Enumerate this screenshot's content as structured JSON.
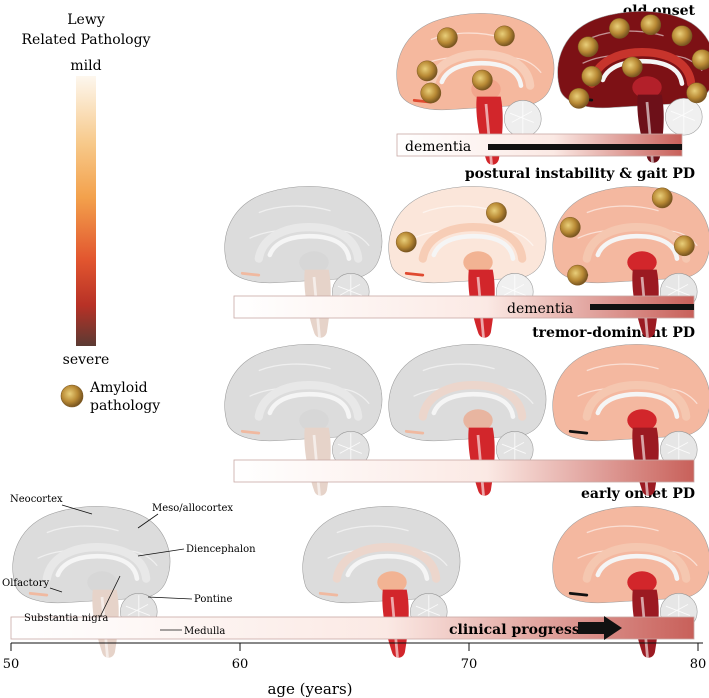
{
  "legend": {
    "title_line1": "Lewy",
    "title_line2": "Related Pathology",
    "mild_label": "mild",
    "severe_label": "severe",
    "amyloid_line1": "Amyloid",
    "amyloid_line2": "pathology"
  },
  "rows": [
    {
      "title": "old onset",
      "bar_label": "dementia"
    },
    {
      "title": "postural instability & gait PD",
      "bar_label": "dementia"
    },
    {
      "title": "tremor-dominant PD",
      "bar_label": ""
    },
    {
      "title": "early onset PD",
      "bar_label": "clinical progression"
    }
  ],
  "regions": {
    "neocortex": "Neocortex",
    "meso": "Meso/allocortex",
    "diencephalon": "Diencephalon",
    "olfactory": "Olfactory",
    "pontine": "Pontine",
    "substantia": "Substantia nigra",
    "medulla": "Medulla"
  },
  "axis": {
    "label": "age (years)",
    "ticks": [
      "50",
      "60",
      "70",
      "80"
    ]
  },
  "colors": {
    "gradient_mild": "#fdf7ee",
    "gradient_mid": "#f3a14c",
    "gradient_red": "#d2432a",
    "gradient_severe": "#5b3a33",
    "healthy_brain": "#d9d9d9",
    "amyloid": "#b98a35"
  }
}
